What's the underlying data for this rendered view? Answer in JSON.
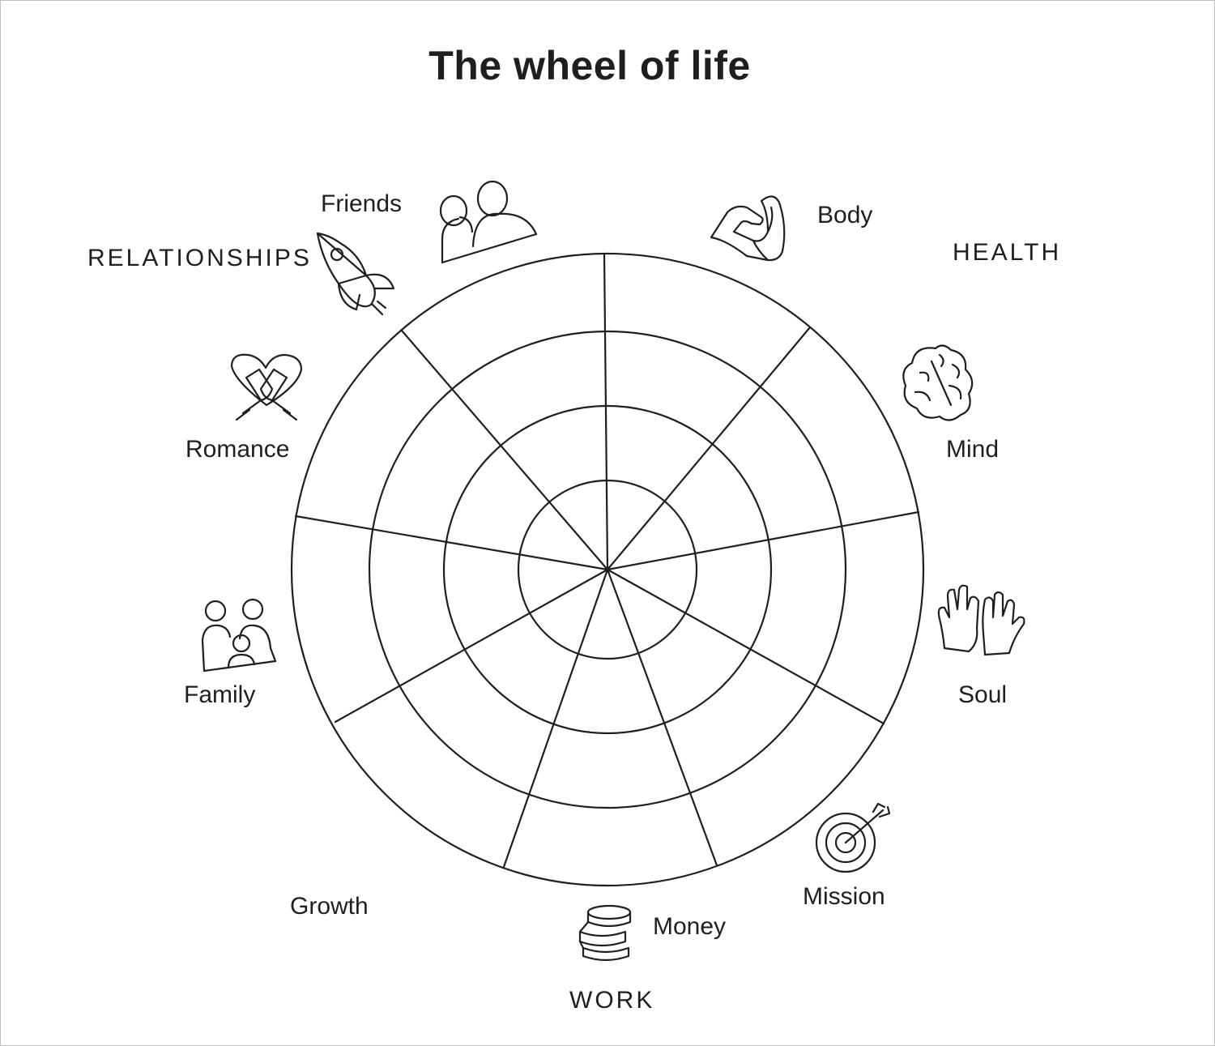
{
  "title": "The wheel of life",
  "groups": {
    "relationships": "RELATIONSHIPS",
    "health": "HEALTH",
    "work": "WORK"
  },
  "segments": [
    {
      "label": "Body",
      "icon": "flexed-arm-icon"
    },
    {
      "label": "Mind",
      "icon": "brain-icon"
    },
    {
      "label": "Soul",
      "icon": "open-hands-icon"
    },
    {
      "label": "Mission",
      "icon": "target-arrow-icon"
    },
    {
      "label": "Money",
      "icon": "coins-stack-icon"
    },
    {
      "label": "Growth",
      "icon": "rocket-icon"
    },
    {
      "label": "Family",
      "icon": "family-icon"
    },
    {
      "label": "Romance",
      "icon": "heart-glasses-icon"
    },
    {
      "label": "Friends",
      "icon": "friends-icon"
    }
  ],
  "colors": {
    "ink": "#1f1f1f",
    "background": "#ffffff",
    "frame": "#bdbdbd"
  }
}
